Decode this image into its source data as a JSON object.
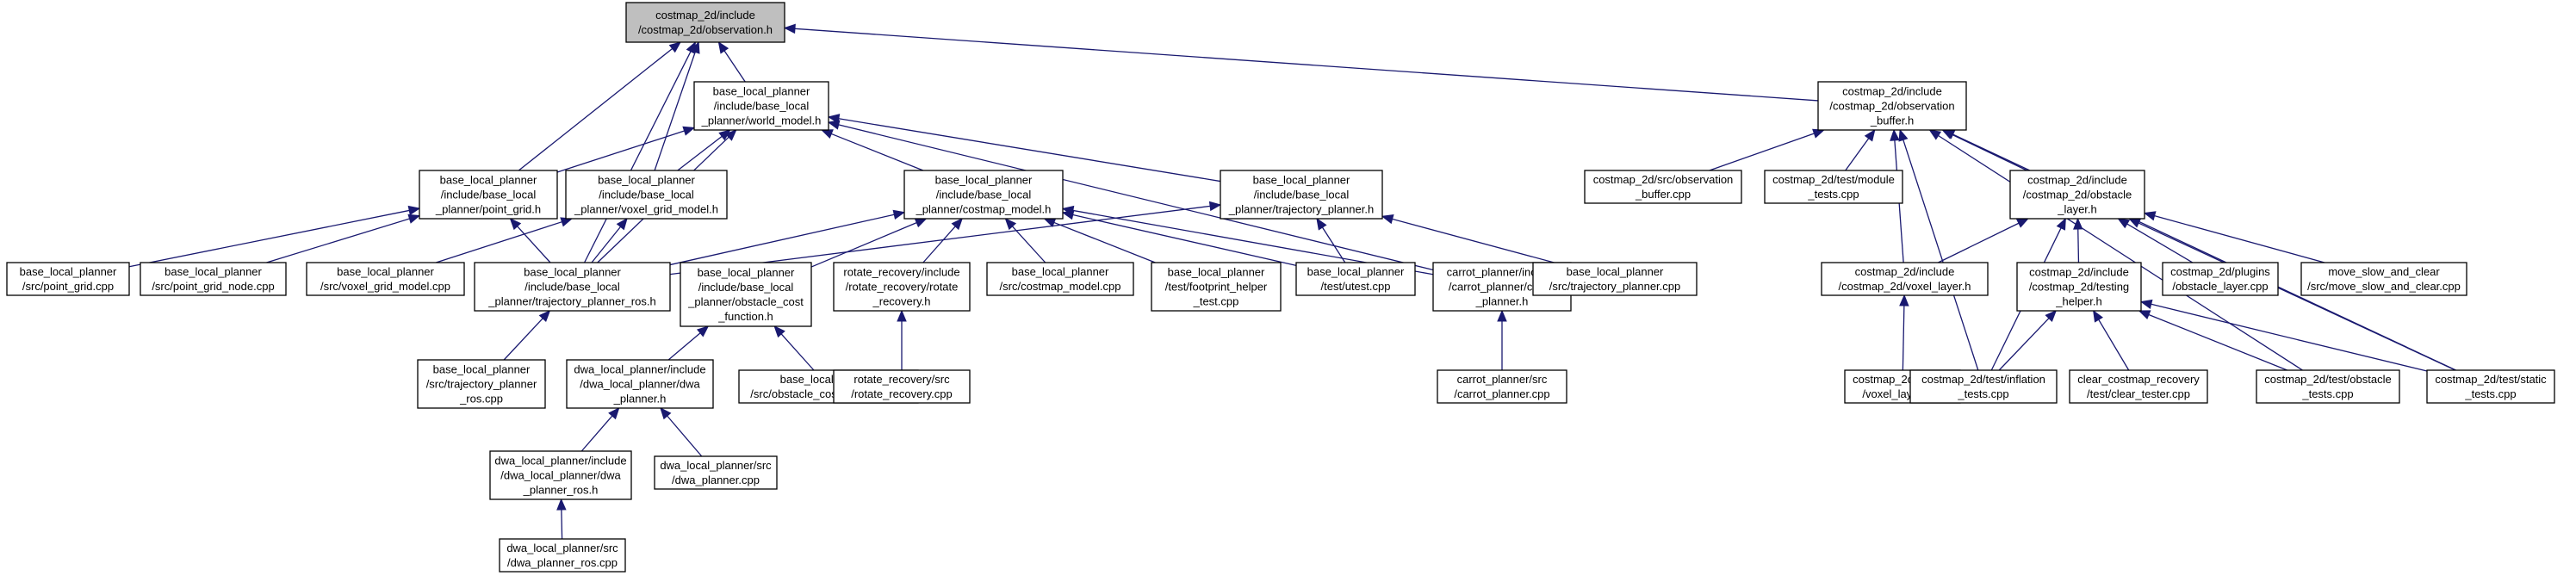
{
  "diagram": {
    "nodes": [
      {
        "id": "observation_h",
        "lines": [
          "costmap_2d/include",
          "/costmap_2d/observation.h"
        ],
        "highlight": true
      },
      {
        "id": "world_model_h",
        "lines": [
          "base_local_planner",
          "/include/base_local",
          "_planner/world_model.h"
        ]
      },
      {
        "id": "observation_buffer_h",
        "lines": [
          "costmap_2d/include",
          "/costmap_2d/observation",
          "_buffer.h"
        ]
      },
      {
        "id": "point_grid_h",
        "lines": [
          "base_local_planner",
          "/include/base_local",
          "_planner/point_grid.h"
        ]
      },
      {
        "id": "voxel_grid_model_h",
        "lines": [
          "base_local_planner",
          "/include/base_local",
          "_planner/voxel_grid_model.h"
        ]
      },
      {
        "id": "costmap_model_h",
        "lines": [
          "base_local_planner",
          "/include/base_local",
          "_planner/costmap_model.h"
        ]
      },
      {
        "id": "trajectory_planner_h",
        "lines": [
          "base_local_planner",
          "/include/base_local",
          "_planner/trajectory_planner.h"
        ]
      },
      {
        "id": "src_point_grid_cpp",
        "lines": [
          "base_local_planner",
          "/src/point_grid.cpp"
        ]
      },
      {
        "id": "src_point_grid_node_cpp",
        "lines": [
          "base_local_planner",
          "/src/point_grid_node.cpp"
        ]
      },
      {
        "id": "src_voxel_grid_model_cpp",
        "lines": [
          "base_local_planner",
          "/src/voxel_grid_model.cpp"
        ]
      },
      {
        "id": "trajectory_planner_ros_h",
        "lines": [
          "base_local_planner",
          "/include/base_local",
          "_planner/trajectory_planner_ros.h"
        ]
      },
      {
        "id": "obstacle_cost_function_h",
        "lines": [
          "base_local_planner",
          "/include/base_local",
          "_planner/obstacle_cost",
          "_function.h"
        ]
      },
      {
        "id": "rotate_recovery_h",
        "lines": [
          "rotate_recovery/include",
          "/rotate_recovery/rotate",
          "_recovery.h"
        ]
      },
      {
        "id": "src_costmap_model_cpp",
        "lines": [
          "base_local_planner",
          "/src/costmap_model.cpp"
        ]
      },
      {
        "id": "footprint_helper_test_cpp",
        "lines": [
          "base_local_planner",
          "/test/footprint_helper",
          "_test.cpp"
        ]
      },
      {
        "id": "utest_cpp",
        "lines": [
          "base_local_planner",
          "/test/utest.cpp"
        ]
      },
      {
        "id": "carrot_planner_h",
        "lines": [
          "carrot_planner/include",
          "/carrot_planner/carrot",
          "_planner.h"
        ]
      },
      {
        "id": "src_trajectory_planner_cpp",
        "lines": [
          "base_local_planner",
          "/src/trajectory_planner.cpp"
        ]
      },
      {
        "id": "src_trajectory_planner_ros_cpp",
        "lines": [
          "base_local_planner",
          "/src/trajectory_planner",
          "_ros.cpp"
        ]
      },
      {
        "id": "dwa_planner_h",
        "lines": [
          "dwa_local_planner/include",
          "/dwa_local_planner/dwa",
          "_planner.h"
        ]
      },
      {
        "id": "src_obstacle_cost_function_cpp",
        "lines": [
          "base_local_planner",
          "/src/obstacle_cost_function.cpp"
        ]
      },
      {
        "id": "rotate_recovery_cpp",
        "lines": [
          "rotate_recovery/src",
          "/rotate_recovery.cpp"
        ]
      },
      {
        "id": "carrot_planner_cpp",
        "lines": [
          "carrot_planner/src",
          "/carrot_planner.cpp"
        ]
      },
      {
        "id": "dwa_planner_ros_h",
        "lines": [
          "dwa_local_planner/include",
          "/dwa_local_planner/dwa",
          "_planner_ros.h"
        ]
      },
      {
        "id": "dwa_planner_cpp",
        "lines": [
          "dwa_local_planner/src",
          "/dwa_planner.cpp"
        ]
      },
      {
        "id": "dwa_planner_ros_cpp",
        "lines": [
          "dwa_local_planner/src",
          "/dwa_planner_ros.cpp"
        ]
      },
      {
        "id": "observation_buffer_cpp",
        "lines": [
          "costmap_2d/src/observation",
          "_buffer.cpp"
        ]
      },
      {
        "id": "module_tests_cpp",
        "lines": [
          "costmap_2d/test/module",
          "_tests.cpp"
        ]
      },
      {
        "id": "obstacle_layer_h",
        "lines": [
          "costmap_2d/include",
          "/costmap_2d/obstacle",
          "_layer.h"
        ]
      },
      {
        "id": "voxel_layer_h",
        "lines": [
          "costmap_2d/include",
          "/costmap_2d/voxel_layer.h"
        ]
      },
      {
        "id": "testing_helper_h",
        "lines": [
          "costmap_2d/include",
          "/costmap_2d/testing",
          "_helper.h"
        ]
      },
      {
        "id": "obstacle_layer_cpp",
        "lines": [
          "costmap_2d/plugins",
          "/obstacle_layer.cpp"
        ]
      },
      {
        "id": "move_slow_and_clear_cpp",
        "lines": [
          "move_slow_and_clear",
          "/src/move_slow_and_clear.cpp"
        ]
      },
      {
        "id": "voxel_layer_cpp",
        "lines": [
          "costmap_2d/plugins",
          "/voxel_layer.cpp"
        ]
      },
      {
        "id": "inflation_tests_cpp",
        "lines": [
          "costmap_2d/test/inflation",
          "_tests.cpp"
        ]
      },
      {
        "id": "clear_tester_cpp",
        "lines": [
          "clear_costmap_recovery",
          "/test/clear_tester.cpp"
        ]
      },
      {
        "id": "obstacle_tests_cpp",
        "lines": [
          "costmap_2d/test/obstacle",
          "_tests.cpp"
        ]
      },
      {
        "id": "static_tests_cpp",
        "lines": [
          "costmap_2d/test/static",
          "_tests.cpp"
        ]
      }
    ],
    "edges": [
      [
        "world_model_h",
        "observation_h"
      ],
      [
        "point_grid_h",
        "observation_h"
      ],
      [
        "voxel_grid_model_h",
        "observation_h"
      ],
      [
        "trajectory_planner_ros_h",
        "observation_h"
      ],
      [
        "observation_buffer_h",
        "observation_h"
      ],
      [
        "point_grid_h",
        "world_model_h"
      ],
      [
        "voxel_grid_model_h",
        "world_model_h"
      ],
      [
        "trajectory_planner_ros_h",
        "world_model_h"
      ],
      [
        "costmap_model_h",
        "world_model_h"
      ],
      [
        "trajectory_planner_h",
        "world_model_h"
      ],
      [
        "carrot_planner_h",
        "world_model_h"
      ],
      [
        "src_point_grid_cpp",
        "point_grid_h"
      ],
      [
        "src_point_grid_node_cpp",
        "point_grid_h"
      ],
      [
        "trajectory_planner_ros_h",
        "point_grid_h"
      ],
      [
        "src_voxel_grid_model_cpp",
        "voxel_grid_model_h"
      ],
      [
        "trajectory_planner_ros_h",
        "voxel_grid_model_h"
      ],
      [
        "trajectory_planner_ros_h",
        "costmap_model_h"
      ],
      [
        "obstacle_cost_function_h",
        "costmap_model_h"
      ],
      [
        "rotate_recovery_h",
        "costmap_model_h"
      ],
      [
        "src_costmap_model_cpp",
        "costmap_model_h"
      ],
      [
        "footprint_helper_test_cpp",
        "costmap_model_h"
      ],
      [
        "utest_cpp",
        "costmap_model_h"
      ],
      [
        "carrot_planner_h",
        "costmap_model_h"
      ],
      [
        "trajectory_planner_ros_h",
        "trajectory_planner_h"
      ],
      [
        "utest_cpp",
        "trajectory_planner_h"
      ],
      [
        "src_trajectory_planner_cpp",
        "trajectory_planner_h"
      ],
      [
        "src_trajectory_planner_ros_cpp",
        "trajectory_planner_ros_h"
      ],
      [
        "dwa_planner_h",
        "obstacle_cost_function_h"
      ],
      [
        "src_obstacle_cost_function_cpp",
        "obstacle_cost_function_h"
      ],
      [
        "rotate_recovery_cpp",
        "rotate_recovery_h"
      ],
      [
        "carrot_planner_cpp",
        "carrot_planner_h"
      ],
      [
        "dwa_planner_ros_h",
        "dwa_planner_h"
      ],
      [
        "dwa_planner_cpp",
        "dwa_planner_h"
      ],
      [
        "dwa_planner_ros_cpp",
        "dwa_planner_ros_h"
      ],
      [
        "observation_buffer_cpp",
        "observation_buffer_h"
      ],
      [
        "module_tests_cpp",
        "observation_buffer_h"
      ],
      [
        "obstacle_layer_h",
        "observation_buffer_h"
      ],
      [
        "voxel_layer_h",
        "observation_buffer_h"
      ],
      [
        "inflation_tests_cpp",
        "observation_buffer_h"
      ],
      [
        "obstacle_tests_cpp",
        "observation_buffer_h"
      ],
      [
        "static_tests_cpp",
        "observation_buffer_h"
      ],
      [
        "voxel_layer_h",
        "obstacle_layer_h"
      ],
      [
        "testing_helper_h",
        "obstacle_layer_h"
      ],
      [
        "obstacle_layer_cpp",
        "obstacle_layer_h"
      ],
      [
        "move_slow_and_clear_cpp",
        "obstacle_layer_h"
      ],
      [
        "inflation_tests_cpp",
        "obstacle_layer_h"
      ],
      [
        "static_tests_cpp",
        "obstacle_layer_h"
      ],
      [
        "voxel_layer_cpp",
        "voxel_layer_h"
      ],
      [
        "inflation_tests_cpp",
        "testing_helper_h"
      ],
      [
        "clear_tester_cpp",
        "testing_helper_h"
      ],
      [
        "obstacle_tests_cpp",
        "testing_helper_h"
      ],
      [
        "static_tests_cpp",
        "testing_helper_h"
      ]
    ]
  }
}
